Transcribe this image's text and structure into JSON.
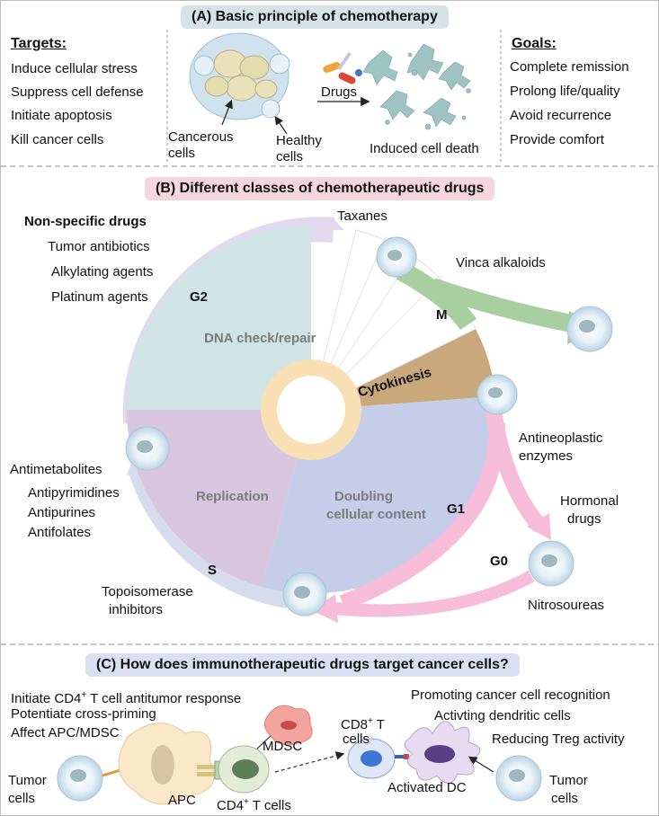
{
  "panel_a": {
    "title": "(A) Basic principle of chemotherapy",
    "targets_heading": "Targets:",
    "targets": [
      "Induce cellular stress",
      "Suppress cell defense",
      "Initiate apoptosis",
      "Kill cancer cells"
    ],
    "drugs_label": "Drugs",
    "cancerous_cells_label": [
      "Cancerous",
      "cells"
    ],
    "healthy_cells_label": [
      "Healthy",
      "cells"
    ],
    "induced_death_label": "Induced cell death",
    "goals_heading": "Goals:",
    "goals": [
      "Complete remission",
      "Prolong life/quality",
      "Avoid recurrence",
      "Provide comfort"
    ]
  },
  "panel_b": {
    "title": "(B) Different classes of chemotherapeutic drugs",
    "nonspecific_heading": "Non-specific drugs",
    "nonspecific_items": [
      "Tumor antibiotics",
      "Alkylating agents",
      "Platinum agents"
    ],
    "taxanes": "Taxanes",
    "vinca": "Vinca alkaloids",
    "phase_g2": "G2",
    "phase_m": "M",
    "phase_g1": "G1",
    "phase_g0": "G0",
    "phase_s": "S",
    "sector_dna": "DNA check/repair",
    "sector_cytokinesis": "Cytokinesis",
    "sector_replication": "Replication",
    "sector_doubling": [
      "Doubling",
      "cellular content"
    ],
    "antimetabolites": "Antimetabolites",
    "antimetabolite_items": [
      "Antipyrimidines",
      "Antipurines",
      "Antifolates"
    ],
    "antineoplastic": [
      "Antineoplastic",
      "enzymes"
    ],
    "hormonal": [
      "Hormonal",
      "drugs"
    ],
    "topo": [
      "Topoisomerase",
      "inhibitors"
    ],
    "nitrosoureas": "Nitrosoureas"
  },
  "panel_c": {
    "title": "(C) How does immunotherapeutic drugs target cancer cells?",
    "left_line1_pre": "Initiate CD4",
    "left_line1_post": " T cell antitumor response",
    "left_lines": [
      "Potentiate cross-priming",
      "Affect APC/MDSC"
    ],
    "right_lines": [
      "Promoting cancer cell recognition",
      "Activting dendritic cells",
      "Reducing Treg activity"
    ],
    "tumor_cells_left": [
      "Tumor",
      "cells"
    ],
    "apc": "APC",
    "mdsc": "MDSC",
    "cd4_label": "CD4",
    "cd4_suffix": " T cells",
    "cd8_label": "CD8",
    "cd8_suffix": " T",
    "cd8_line2": "cells",
    "activated_dc": "Activated DC",
    "tumor_cells_right": [
      "Tumor",
      "cells"
    ],
    "plus": "+"
  },
  "colors": {
    "title_a_bg": "#d5e3e6",
    "title_b_bg": "#f5d6de",
    "title_c_bg": "#d8e0f1",
    "g2_arc": "#e3d9ef",
    "m_arrow": "#a9cfa0",
    "g1_arrow": "#f6bcd8",
    "s_arc": "#d7dcec",
    "sector_dna": "#d0e3e5",
    "sector_cytokinesis": "#c9a87c",
    "sector_replication": "#d8c5df",
    "sector_doubling": "#c6cde9",
    "inner_ring": "#f8dfb4"
  }
}
